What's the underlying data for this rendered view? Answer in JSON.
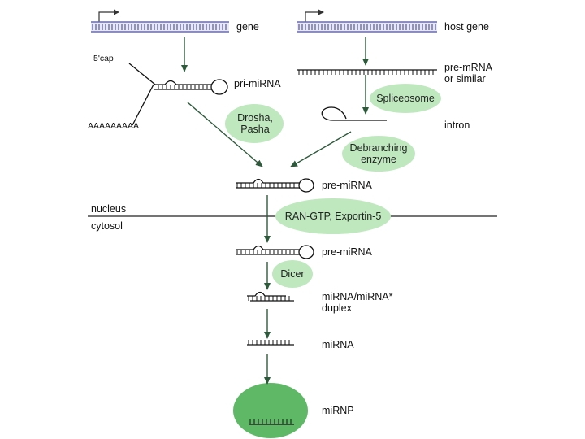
{
  "labels": {
    "gene": "gene",
    "host_gene": "host gene",
    "five_cap": "5'cap",
    "pri_mirna": "pri-miRNA",
    "poly_a": "AAAAAAAAA",
    "pre_mrna_line1": "pre-mRNA",
    "pre_mrna_line2": "or similar",
    "intron": "intron",
    "pre_mirna_nucleus": "pre-miRNA",
    "nucleus": "nucleus",
    "cytosol": "cytosol",
    "pre_mirna_cytosol": "pre-miRNA",
    "duplex_line1": "miRNA/miRNA*",
    "duplex_line2": "duplex",
    "mirna": "miRNA",
    "mirnp": "miRNP"
  },
  "enzymes": {
    "drosha_line1": "Drosha,",
    "drosha_line2": "Pasha",
    "spliceosome": "Spliceosome",
    "debranching_line1": "Debranching",
    "debranching_line2": "enzyme",
    "ran_exportin": "RAN-GTP, Exportin-5",
    "dicer": "Dicer"
  },
  "colors": {
    "arrow": "#2e5a3c",
    "enzyme_fill": "#bfe8bf",
    "mirnp_fill": "#5eb865",
    "gene_stripe": "#6a6ab0"
  }
}
